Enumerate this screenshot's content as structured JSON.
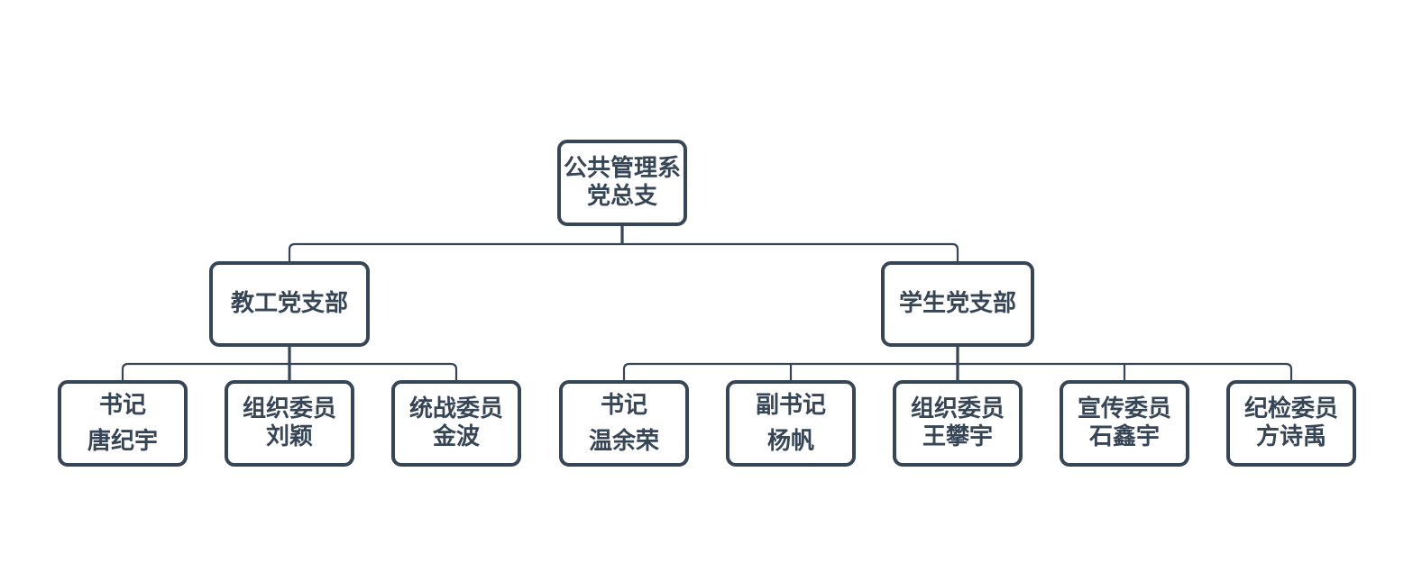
{
  "colors": {
    "line": "#374657",
    "border": "#374657",
    "text": "#374657",
    "background": "#ffffff"
  },
  "chart": {
    "type": "org-chart",
    "root": {
      "lines": [
        "公共管理系",
        "党总支"
      ]
    },
    "branches": [
      {
        "label": "教工党支部",
        "members": [
          {
            "role": "书记",
            "name": "唐纪宇"
          },
          {
            "role": "组织委员",
            "name": "刘颖"
          },
          {
            "role": "统战委员",
            "name": "金波"
          }
        ]
      },
      {
        "label": "学生党支部",
        "members": [
          {
            "role": "书记",
            "name": "温余荣"
          },
          {
            "role": "副书记",
            "name": "杨帆"
          },
          {
            "role": "组织委员",
            "name": "王攀宇"
          },
          {
            "role": "宣传委员",
            "name": "石鑫宇"
          },
          {
            "role": "纪检委员",
            "name": "方诗禹"
          }
        ]
      }
    ]
  }
}
